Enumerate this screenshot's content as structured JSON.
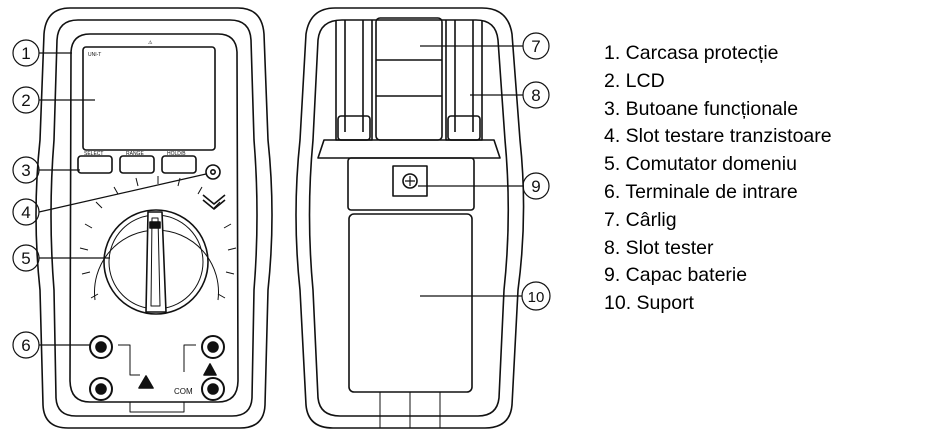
{
  "figure": {
    "meter_model": "UNI-T",
    "buttons": [
      "SELECT",
      "RANGE",
      "HOLD/B"
    ],
    "com_label": "COM",
    "callouts_front": [
      "1",
      "2",
      "3",
      "4",
      "5",
      "6"
    ],
    "callouts_back": [
      "7",
      "8",
      "9",
      "10"
    ]
  },
  "legend": {
    "items": [
      "1. Carcasa protecție",
      "2. LCD",
      "3. Butoane funcționale",
      "4. Slot testare tranzistoare",
      "5. Comutator domeniu",
      "6. Terminale de intrare",
      "7. Cârlig",
      "8. Slot tester",
      "9. Capac baterie",
      "10. Suport"
    ]
  }
}
